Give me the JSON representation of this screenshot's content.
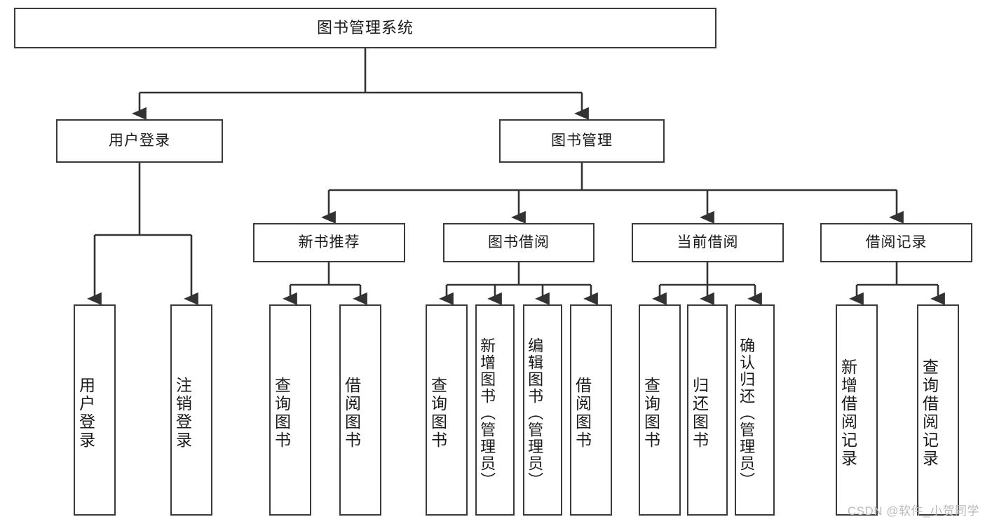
{
  "diagram": {
    "title": "图书管理系统",
    "watermark": "CSDN @软件_小贺同学",
    "colors": {
      "background": "#ffffff",
      "box_border": "#3a3a3a",
      "connector": "#333333",
      "text": "#1a1a1a",
      "watermark": "#b9b9b9"
    },
    "nodes": {
      "root": {
        "label": "图书管理系统",
        "orientation": "horizontal"
      },
      "user_login": {
        "label": "用户登录",
        "orientation": "horizontal"
      },
      "book_manage": {
        "label": "图书管理",
        "orientation": "horizontal"
      },
      "new_book_rec": {
        "label": "新书推荐",
        "orientation": "horizontal"
      },
      "book_borrow": {
        "label": "图书借阅",
        "orientation": "horizontal"
      },
      "current_borrow": {
        "label": "当前借阅",
        "orientation": "horizontal"
      },
      "borrow_record": {
        "label": "借阅记录",
        "orientation": "horizontal"
      },
      "leaf_user_login": {
        "label": "用户登录",
        "orientation": "vertical"
      },
      "leaf_logout": {
        "label": "注销登录",
        "orientation": "vertical"
      },
      "leaf_query_book_1": {
        "label": "查询图书",
        "orientation": "vertical"
      },
      "leaf_borrow_book_1": {
        "label": "借阅图书",
        "orientation": "vertical"
      },
      "leaf_query_book_2": {
        "label": "查询图书",
        "orientation": "vertical"
      },
      "leaf_add_book": {
        "label": "新增图书（管理员）",
        "orientation": "vertical"
      },
      "leaf_edit_book": {
        "label": "编辑图书（管理员）",
        "orientation": "vertical"
      },
      "leaf_borrow_book_2": {
        "label": "借阅图书",
        "orientation": "vertical"
      },
      "leaf_query_book_3": {
        "label": "查询图书",
        "orientation": "vertical"
      },
      "leaf_return_book": {
        "label": "归还图书",
        "orientation": "vertical"
      },
      "leaf_confirm_return": {
        "label": "确认归还（管理员）",
        "orientation": "vertical"
      },
      "leaf_add_record": {
        "label": "新增借阅记录",
        "orientation": "vertical"
      },
      "leaf_query_record": {
        "label": "查询借阅记录",
        "orientation": "vertical"
      }
    },
    "edges": [
      {
        "from": "root",
        "to": "user_login"
      },
      {
        "from": "root",
        "to": "book_manage"
      },
      {
        "from": "user_login",
        "to": "leaf_user_login"
      },
      {
        "from": "user_login",
        "to": "leaf_logout"
      },
      {
        "from": "book_manage",
        "to": "new_book_rec"
      },
      {
        "from": "book_manage",
        "to": "book_borrow"
      },
      {
        "from": "book_manage",
        "to": "current_borrow"
      },
      {
        "from": "book_manage",
        "to": "borrow_record"
      },
      {
        "from": "new_book_rec",
        "to": "leaf_query_book_1"
      },
      {
        "from": "new_book_rec",
        "to": "leaf_borrow_book_1"
      },
      {
        "from": "book_borrow",
        "to": "leaf_query_book_2"
      },
      {
        "from": "book_borrow",
        "to": "leaf_add_book"
      },
      {
        "from": "book_borrow",
        "to": "leaf_edit_book"
      },
      {
        "from": "book_borrow",
        "to": "leaf_borrow_book_2"
      },
      {
        "from": "current_borrow",
        "to": "leaf_query_book_3"
      },
      {
        "from": "current_borrow",
        "to": "leaf_return_book"
      },
      {
        "from": "current_borrow",
        "to": "leaf_confirm_return"
      },
      {
        "from": "borrow_record",
        "to": "leaf_add_record"
      },
      {
        "from": "borrow_record",
        "to": "leaf_query_record"
      }
    ]
  }
}
